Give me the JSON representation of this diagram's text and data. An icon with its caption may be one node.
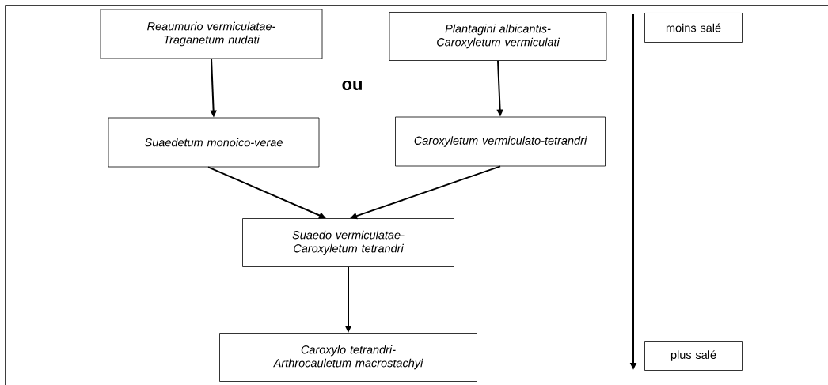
{
  "diagram": {
    "nodes": [
      {
        "text": [
          "Reaumurio vermiculatae-Traganetum nudati"
        ]
      },
      {
        "text": [
          "Plantagini albicantis-Caroxyletum vermiculati"
        ]
      },
      {
        "text": [
          "Suaedetum monoico-verae"
        ]
      },
      {
        "text": [
          "Caroxyletum vermiculato-tetrandri"
        ]
      },
      {
        "text": [
          "Suaedo vermiculatae-Caroxyletum tetrandri"
        ]
      },
      {
        "text": [
          "Caroxylo tetrandri-Arthrocauletum macrostachyi"
        ]
      },
      {
        "text": [
          "moins salé"
        ]
      },
      {
        "text": [
          "plus salé"
        ]
      }
    ],
    "edges": [
      {
        "from": 0,
        "to": 2,
        "arrow": "to"
      },
      {
        "from": 1,
        "to": 3,
        "arrow": "to"
      },
      {
        "from": 2,
        "to": 4,
        "arrow": "to"
      },
      {
        "from": 3,
        "to": 4,
        "arrow": "to"
      },
      {
        "from": 4,
        "to": 5,
        "arrow": "to"
      }
    ],
    "labels": [
      "ou"
    ]
  }
}
